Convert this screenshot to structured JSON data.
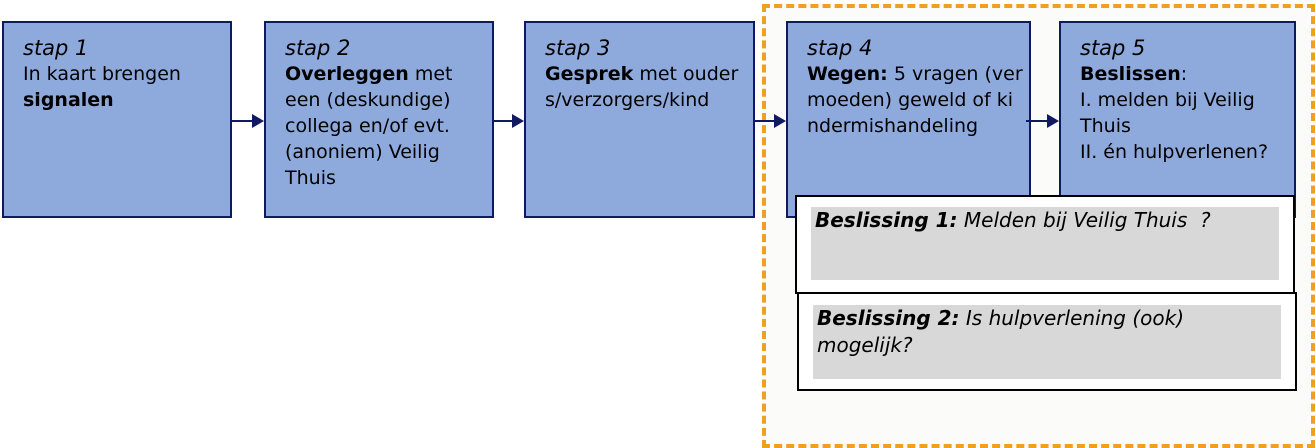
{
  "steps": [
    {
      "title": "stap 1",
      "text_a": "In kaart brengen ",
      "bold_a": "signalen",
      "text_b": ""
    },
    {
      "title": "stap 2",
      "bold_a": "Overleggen",
      "text_b": " met een (deskundige) collega en/of evt. (anoniem) Veilig Thuis"
    },
    {
      "title": "stap 3",
      "bold_a": "Gesprek",
      "text_b": " met ouders/verzorgers/kind"
    },
    {
      "title": "stap 4",
      "bold_a": "Wegen:",
      "text_b": " 5 vragen (vermoeden) geweld of kindermishandeling"
    },
    {
      "title": "stap 5",
      "bold_a": "Beslissen",
      "text_b": ":",
      "line_1": "I. melden bij Veilig Thuis",
      "line_2": "II. én hulpverlenen?"
    }
  ],
  "decisions": [
    {
      "label": "Beslissing 1:",
      "text": " Melden bij Veilig Thuis  ?"
    },
    {
      "label": "Beslissing 2:",
      "text": " Is hulpverlening (ook) mogelijk?"
    }
  ],
  "colors": {
    "step_fill": "#8eaadc",
    "step_border": "#101a60",
    "dashed_border": "#f0a020",
    "decision_fill": "#d8d8d8"
  }
}
